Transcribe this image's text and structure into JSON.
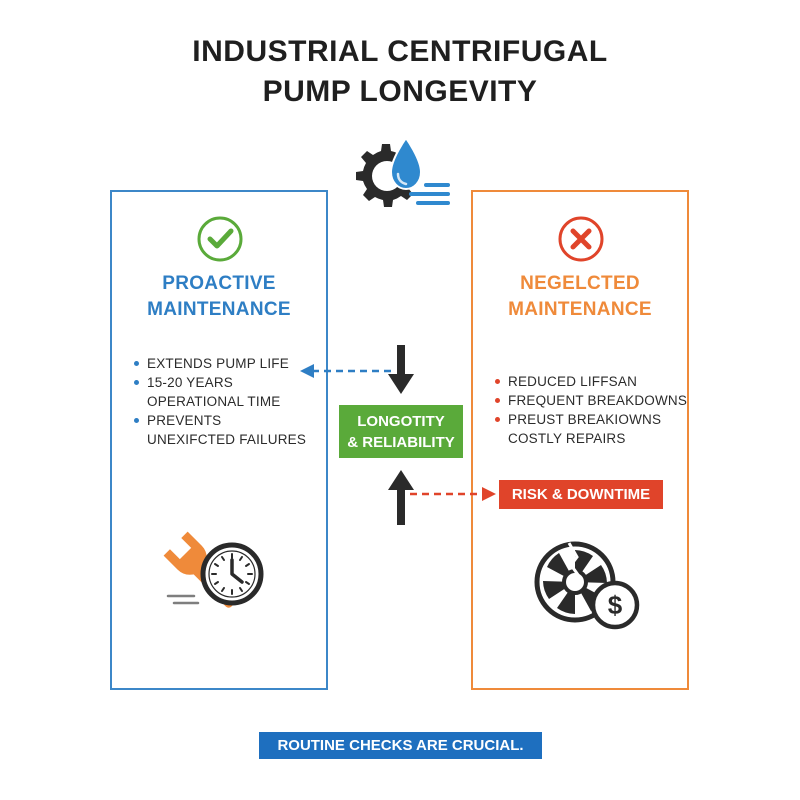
{
  "title": {
    "line1": "INDUSTRIAL CENTRIFUGAL",
    "line2": "PUMP LONGEVITY"
  },
  "icons": {
    "header": "gear-water-drop-icon",
    "proactive_status": "checkmark-circle-icon",
    "neglected_status": "x-circle-icon",
    "proactive_illustration": "wrench-clock-icon",
    "neglected_illustration": "broken-fan-dollar-icon"
  },
  "colors": {
    "proactive": "#2e7ec4",
    "neglected": "#ef8a3a",
    "center": "#5aaa3a",
    "risk": "#e0442a",
    "footer": "#1e6fbf"
  },
  "proactive": {
    "heading_line1": "PROACTIVE",
    "heading_line2": "MAINTENANCE",
    "bullets": [
      {
        "lines": [
          "EXTENDS PUMP LIFE"
        ]
      },
      {
        "lines": [
          "15-20 YEARS",
          "OPERATIONAL TIME"
        ]
      },
      {
        "lines": [
          "PREVENTS",
          "UNEXIFCTED FAILURES"
        ]
      }
    ]
  },
  "neglected": {
    "heading_line1": "NEGELCTED",
    "heading_line2": "MAINTENANCE",
    "bullets": [
      {
        "lines": [
          "REDUCED LIFFSAN"
        ]
      },
      {
        "lines": [
          "FREQUENT BREAKDOWNS"
        ]
      },
      {
        "lines": [
          "PREUST BREAKIOWNS",
          "COSTLY REPAIRS"
        ]
      }
    ]
  },
  "center": {
    "line1": "LONGOTITY",
    "line2": "& RELIABILITY"
  },
  "risk_label": "RISK & DOWNTIME",
  "footer": "ROUTINE CHECKS ARE CRUCIAL."
}
